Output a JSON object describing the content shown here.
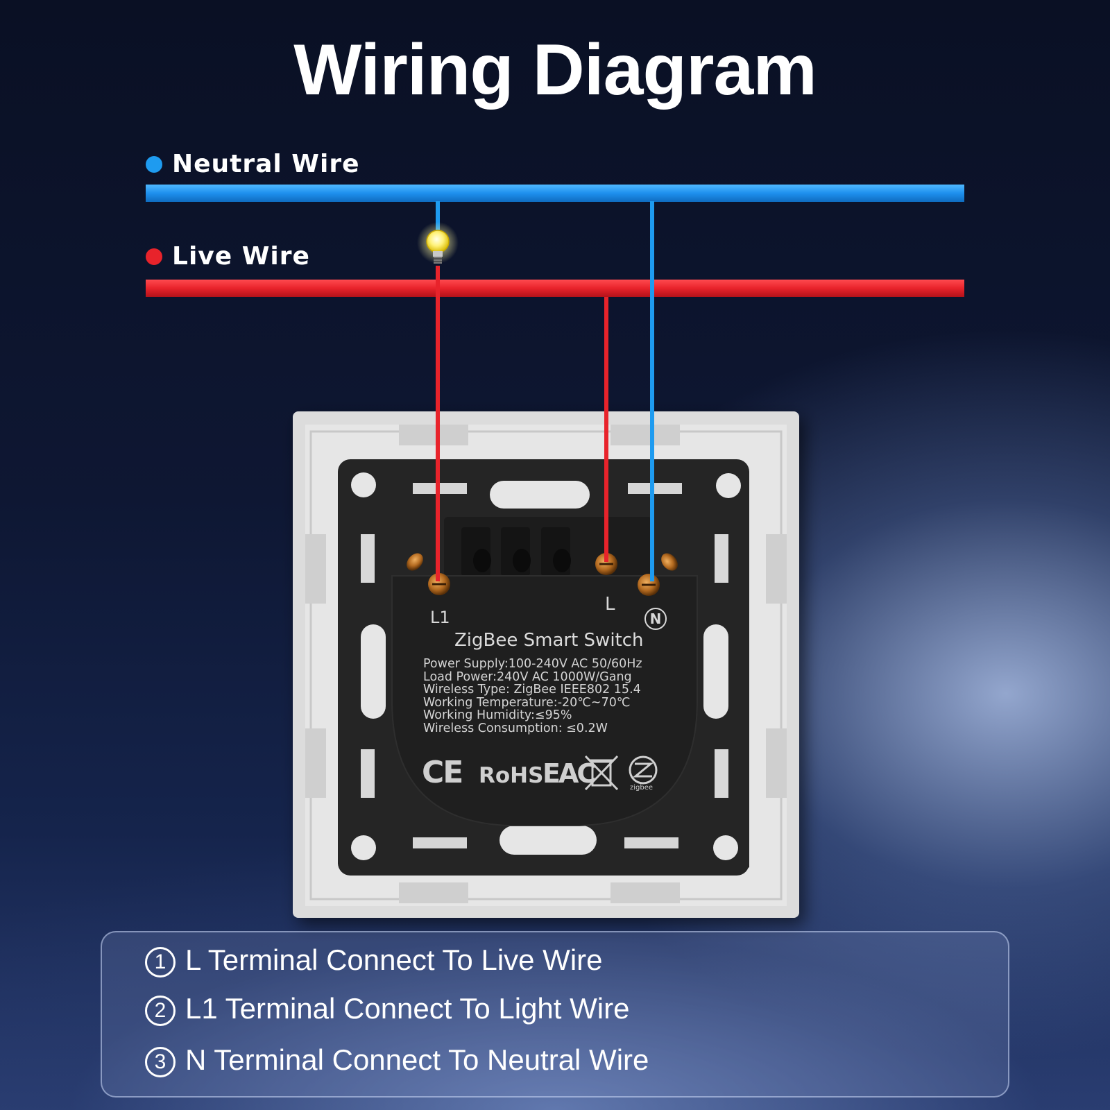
{
  "title": "Wiring Diagram",
  "legend": {
    "neutral": {
      "label": "Neutral Wire",
      "color": "#1e9bf0"
    },
    "live": {
      "label": "Live Wire",
      "color": "#e8232b"
    }
  },
  "device": {
    "terminal_labels": {
      "l1": "L1",
      "l": "L",
      "n": "N"
    },
    "product_name": "ZigBee Smart Switch",
    "specs": [
      "Power Supply:100-240V AC 50/60Hz",
      "Load Power:240V AC 1000W/Gang",
      "Wireless Type: ZigBee IEEE802  15.4",
      "Working Temperature:-20℃~70℃",
      "Working Humidity:≤95%",
      "Wireless Consumption:  ≤0.2W"
    ],
    "certifications": {
      "ce": "CE",
      "rohs": "RoHS",
      "eac": "EAC",
      "weee": "weee-bin-icon",
      "zigbee": "zigbee"
    }
  },
  "instructions": [
    {
      "number": "1",
      "text": "L Terminal Connect To Live Wire"
    },
    {
      "number": "2",
      "text": "L1 Terminal Connect To Light Wire"
    },
    {
      "number": "3",
      "text": "N Terminal Connect To Neutral Wire"
    }
  ],
  "icons": {
    "bulb": "light-bulb-icon"
  }
}
